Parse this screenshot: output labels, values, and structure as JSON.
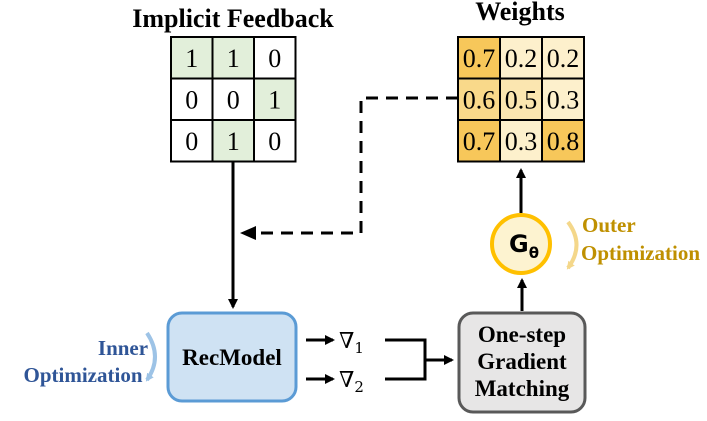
{
  "feedback": {
    "title": "Implicit Feedback",
    "cells": [
      [
        "1",
        "1",
        "0"
      ],
      [
        "0",
        "0",
        "1"
      ],
      [
        "0",
        "1",
        "0"
      ]
    ],
    "fill_color": "#e2efda"
  },
  "weights": {
    "title": "Weights",
    "cells": [
      [
        "0.7",
        "0.2",
        "0.2"
      ],
      [
        "0.6",
        "0.5",
        "0.3"
      ],
      [
        "0.7",
        "0.3",
        "0.8"
      ]
    ],
    "colors": [
      [
        "#f7c75a",
        "#fdf0cc",
        "#fdf0cc"
      ],
      [
        "#f9d98a",
        "#fbe6b0",
        "#fdf0cc"
      ],
      [
        "#f7c75a",
        "#fdf0cc",
        "#f7c75a"
      ]
    ]
  },
  "recmodel": {
    "label": "RecModel",
    "fill": "#cfe2f3",
    "stroke": "#5b9bd5"
  },
  "inner_opt": {
    "line1": "Inner",
    "line2": "Optimization",
    "color": "#2f5597"
  },
  "gradients": {
    "symbol": "∇",
    "sub1": "1",
    "sub2": "2"
  },
  "matching": {
    "line1": "One-step",
    "line2": "Gradient",
    "line3": "Matching",
    "fill": "#e7e6e6",
    "stroke": "#595959"
  },
  "generator": {
    "symbol": "G",
    "subscript": "θ",
    "fill": "#fdf3d0",
    "stroke": "#ffc000"
  },
  "outer_opt": {
    "line1": "Outer",
    "line2": "Optimization",
    "color": "#bf9000"
  }
}
